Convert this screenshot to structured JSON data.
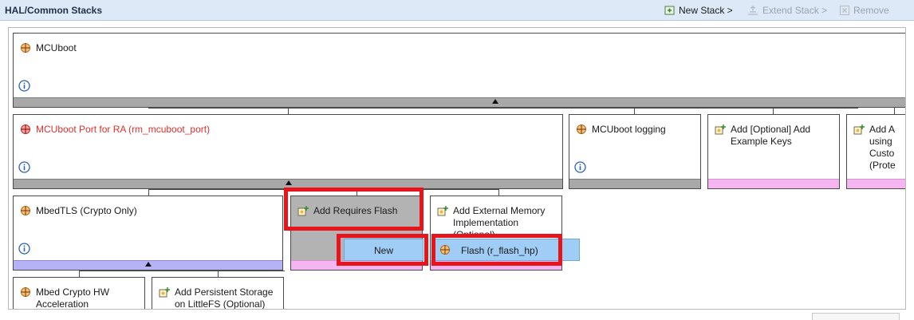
{
  "header": {
    "title": "HAL/Common Stacks",
    "new_stack": "New Stack >",
    "extend_stack": "Extend Stack >",
    "remove": "Remove"
  },
  "boxes": {
    "mcuboot": "MCUboot",
    "port": "MCUboot Port for RA (rm_mcuboot_port)",
    "logging": "MCUboot logging",
    "example_keys": "Add [Optional] Add Example Keys",
    "partial": "Add A using Custo (Prote",
    "mbedtls": "MbedTLS (Crypto Only)",
    "requires_flash": "Add Requires Flash",
    "ext_memory": "Add External Memory Implementation (Optional)",
    "hw_accel": "Mbed Crypto HW Acceleration",
    "littlefs": "Add Persistent Storage on LittleFS (Optional)"
  },
  "menu": {
    "new": "New",
    "flash": "Flash (r_flash_hp)"
  },
  "colors": {
    "accent_red": "#e8141c",
    "label_red": "#e0312a",
    "bar_purple": "#b5b3f6",
    "bar_pink": "#f5b5f0",
    "bar_gray": "#a8a8a8",
    "menu_blue": "#9fcdf5"
  }
}
